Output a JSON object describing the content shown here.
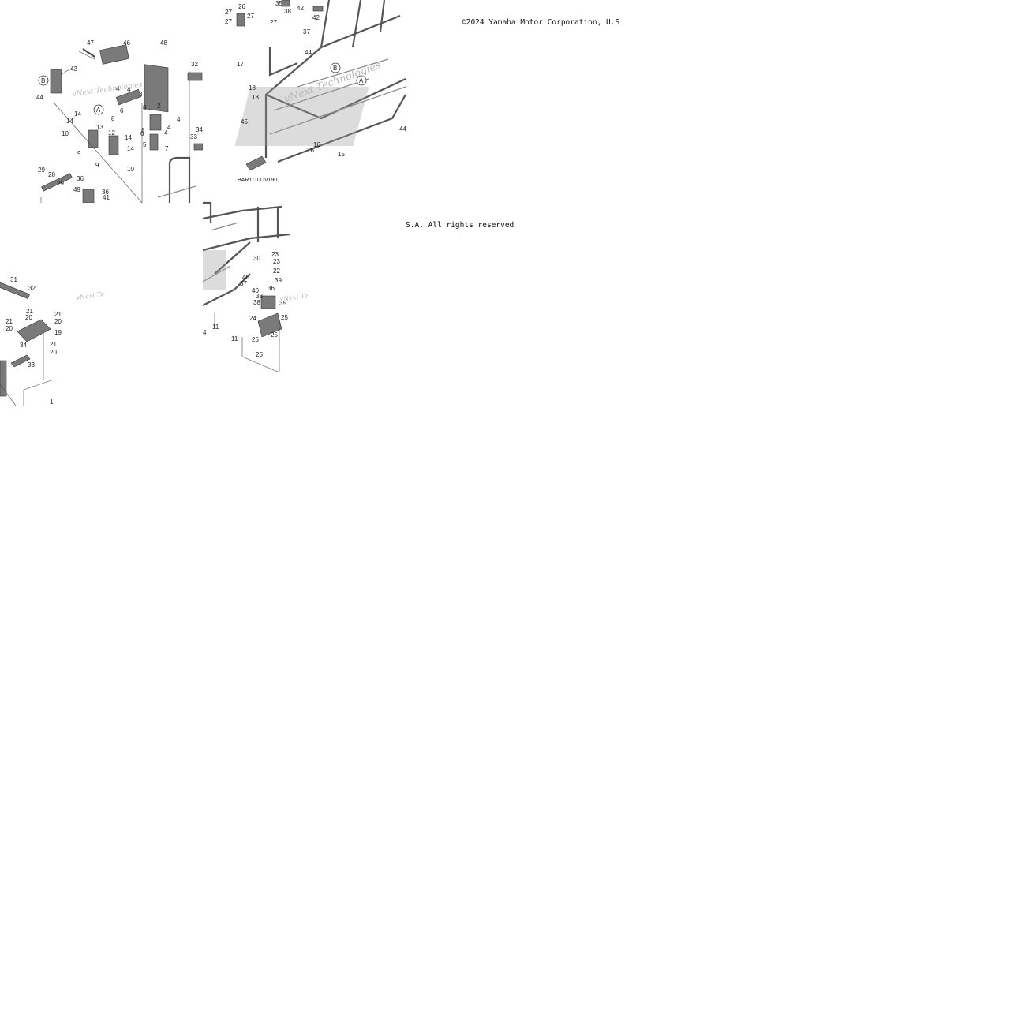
{
  "copyright": {
    "line1": "©2024 Yamaha Motor Corporation, U.S",
    "line2": "S.A. All rights reserved"
  },
  "diagram": {
    "code": "BAR1110DV190",
    "watermark": "vNext Technologies",
    "watermark_short": "vNext Te",
    "tiles": {
      "tl": {
        "labels": [
          "47",
          "46",
          "48",
          "43",
          "32",
          "4",
          "4",
          "3",
          "44",
          "14",
          "14",
          "13",
          "12",
          "10",
          "9",
          "9",
          "8",
          "8",
          "6",
          "6",
          "14",
          "14",
          "2",
          "4",
          "4",
          "4",
          "5",
          "7",
          "8",
          "10",
          "33",
          "34",
          "29",
          "28",
          "29",
          "36",
          "36",
          "49",
          "41"
        ],
        "callouts": [
          "B",
          "A"
        ]
      },
      "tr": {
        "labels": [
          "35",
          "42",
          "26",
          "27",
          "27",
          "38",
          "42",
          "27",
          "27",
          "37",
          "44",
          "17",
          "18",
          "18",
          "45",
          "16",
          "16",
          "15",
          "44"
        ],
        "callouts": [
          "B",
          "A"
        ]
      },
      "bl": {
        "labels": [
          "31",
          "32",
          "21",
          "21",
          "20",
          "20",
          "21",
          "20",
          "19",
          "34",
          "21",
          "20",
          "33",
          "1"
        ]
      },
      "br": {
        "labels": [
          "30",
          "23",
          "23",
          "22",
          "40",
          "39",
          "37",
          "40",
          "36",
          "38",
          "35",
          "38",
          "25",
          "24",
          "25",
          "25",
          "25",
          "4",
          "11",
          "11"
        ]
      }
    }
  }
}
